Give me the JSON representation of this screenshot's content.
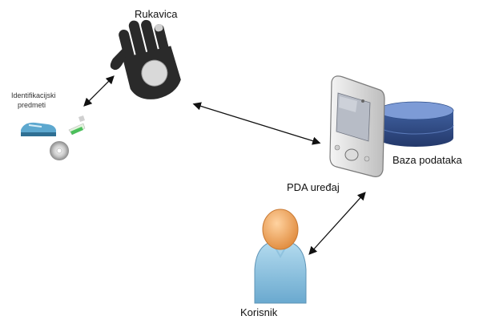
{
  "diagram": {
    "labels": {
      "glove": "Rukavica",
      "items_line1": "Identifikacijski",
      "items_line2": "predmeti",
      "pda": "PDA uređaj",
      "database": "Baza podataka",
      "user": "Korisnik"
    },
    "colors": {
      "glove": "#2a2a2a",
      "glove_pad": "#d9d9d9",
      "pda_body": "#e6e6e6",
      "pda_screen": "#b7bcc6",
      "database": "#3f5f9e",
      "database_top": "#7d9bd6",
      "user_head": "#f0a35e",
      "user_body": "#7fb7d9",
      "arrow": "#111111"
    },
    "icons": [
      "glove-icon",
      "shoe-icon",
      "bottle-icon",
      "disc-icon",
      "pda-icon",
      "database-icon",
      "user-icon"
    ]
  }
}
